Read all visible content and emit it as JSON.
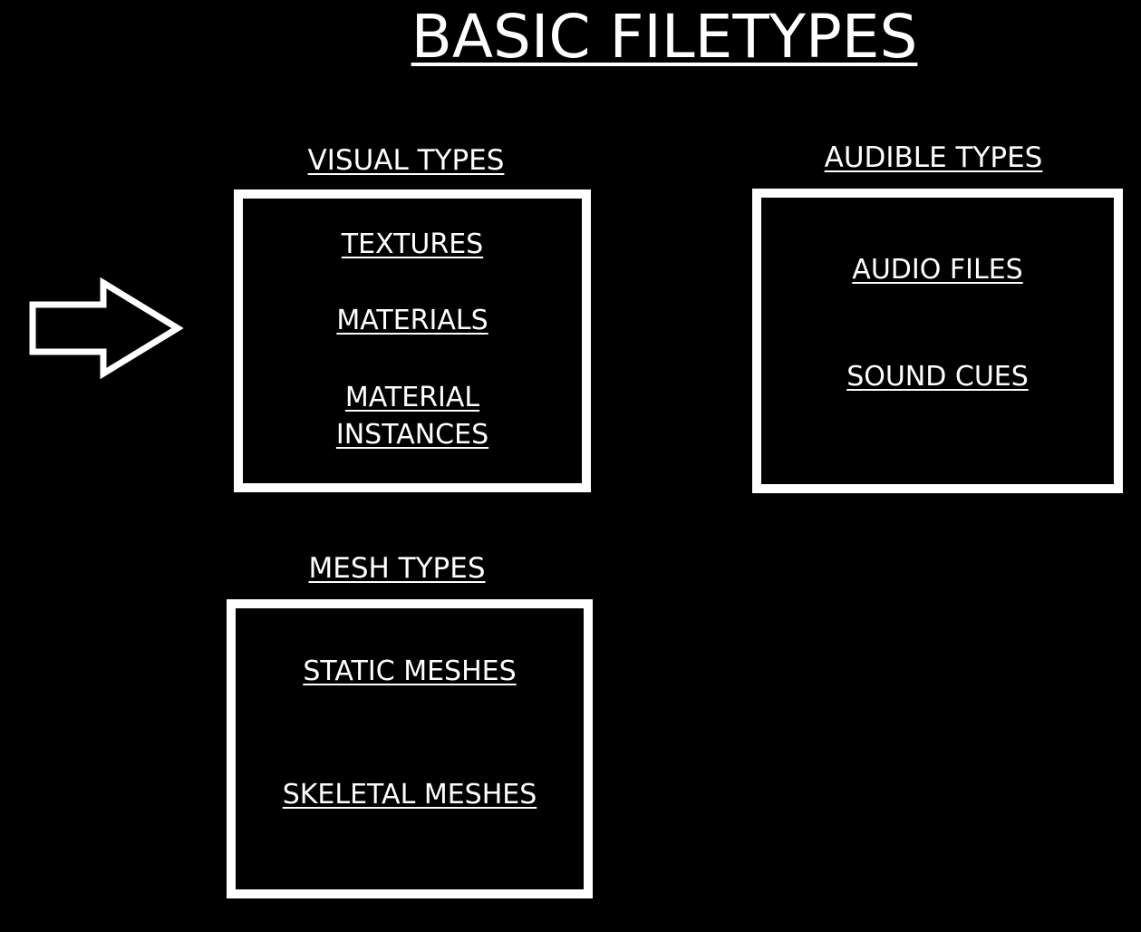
{
  "title": "BASIC FILETYPES",
  "arrow_icon": "arrow-right-icon",
  "groups": {
    "visual": {
      "heading": "VISUAL TYPES",
      "items": [
        "TEXTURES",
        "MATERIALS",
        "MATERIAL",
        "INSTANCES"
      ]
    },
    "audible": {
      "heading": "AUDIBLE TYPES",
      "items": [
        "AUDIO FILES",
        "SOUND CUES"
      ]
    },
    "mesh": {
      "heading": "MESH TYPES",
      "items": [
        "STATIC MESHES",
        "SKELETAL MESHES"
      ]
    }
  },
  "colors": {
    "background": "#000000",
    "foreground": "#ffffff"
  }
}
